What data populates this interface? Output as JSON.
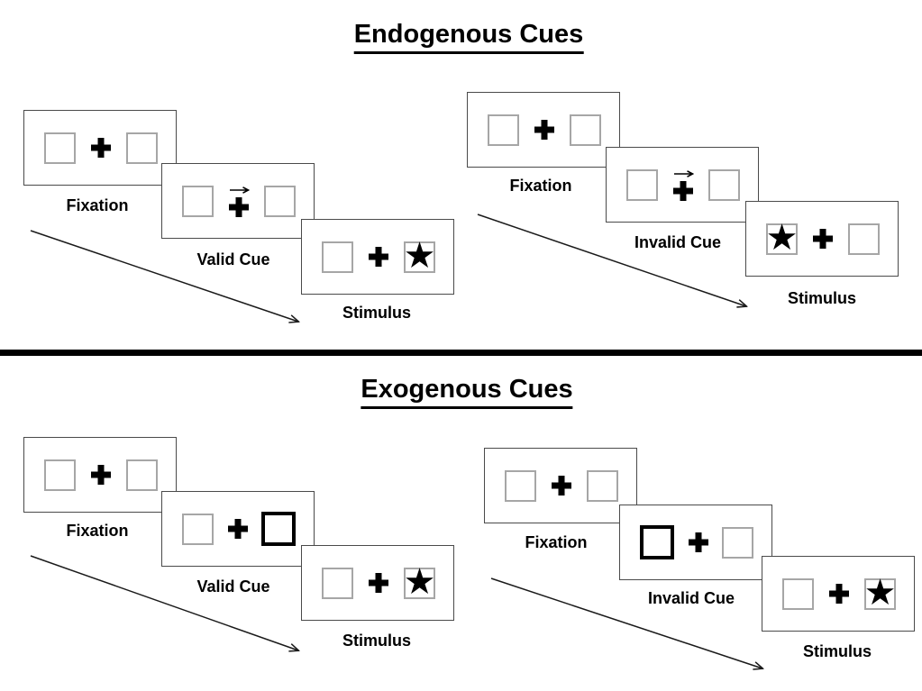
{
  "figure": {
    "kind": "posner-cueing-task-diagram",
    "description_visible": false
  },
  "colors": {
    "background": "#ffffff",
    "ink": "#000000",
    "card_border": "#4a4a4a",
    "box_border": "#a6a6a6"
  },
  "icons": {
    "star": "★",
    "fixation_cross": "heavy-plus-cross",
    "cue_arrow": "right-arrow",
    "timeline_arrow": "diagonal-down-right-arrow"
  },
  "sections": [
    {
      "title": "Endogenous Cues",
      "panels": [
        {
          "name": "valid",
          "cards": [
            {
              "label": "Fixation",
              "left_box": "plain",
              "center": "cross",
              "right_box": "plain"
            },
            {
              "label": "Valid Cue",
              "left_box": "plain",
              "center": "cross-right-arrow",
              "right_box": "plain"
            },
            {
              "label": "Stimulus",
              "left_box": "plain",
              "center": "cross",
              "right_box": "star"
            }
          ]
        },
        {
          "name": "invalid",
          "cards": [
            {
              "label": "Fixation",
              "left_box": "plain",
              "center": "cross",
              "right_box": "plain"
            },
            {
              "label": "Invalid Cue",
              "left_box": "plain",
              "center": "cross-right-arrow",
              "right_box": "plain"
            },
            {
              "label": "Stimulus",
              "left_box": "star",
              "center": "cross",
              "right_box": "plain"
            }
          ]
        }
      ]
    },
    {
      "title": "Exogenous Cues",
      "panels": [
        {
          "name": "valid",
          "cards": [
            {
              "label": "Fixation",
              "left_box": "plain",
              "center": "cross",
              "right_box": "plain"
            },
            {
              "label": "Valid Cue",
              "left_box": "plain",
              "center": "cross",
              "right_box": "thick"
            },
            {
              "label": "Stimulus",
              "left_box": "plain",
              "center": "cross",
              "right_box": "star"
            }
          ]
        },
        {
          "name": "invalid",
          "cards": [
            {
              "label": "Fixation",
              "left_box": "plain",
              "center": "cross",
              "right_box": "plain"
            },
            {
              "label": "Invalid Cue",
              "left_box": "thick",
              "center": "cross",
              "right_box": "plain"
            },
            {
              "label": "Stimulus",
              "left_box": "plain",
              "center": "cross",
              "right_box": "star"
            }
          ]
        }
      ]
    }
  ]
}
